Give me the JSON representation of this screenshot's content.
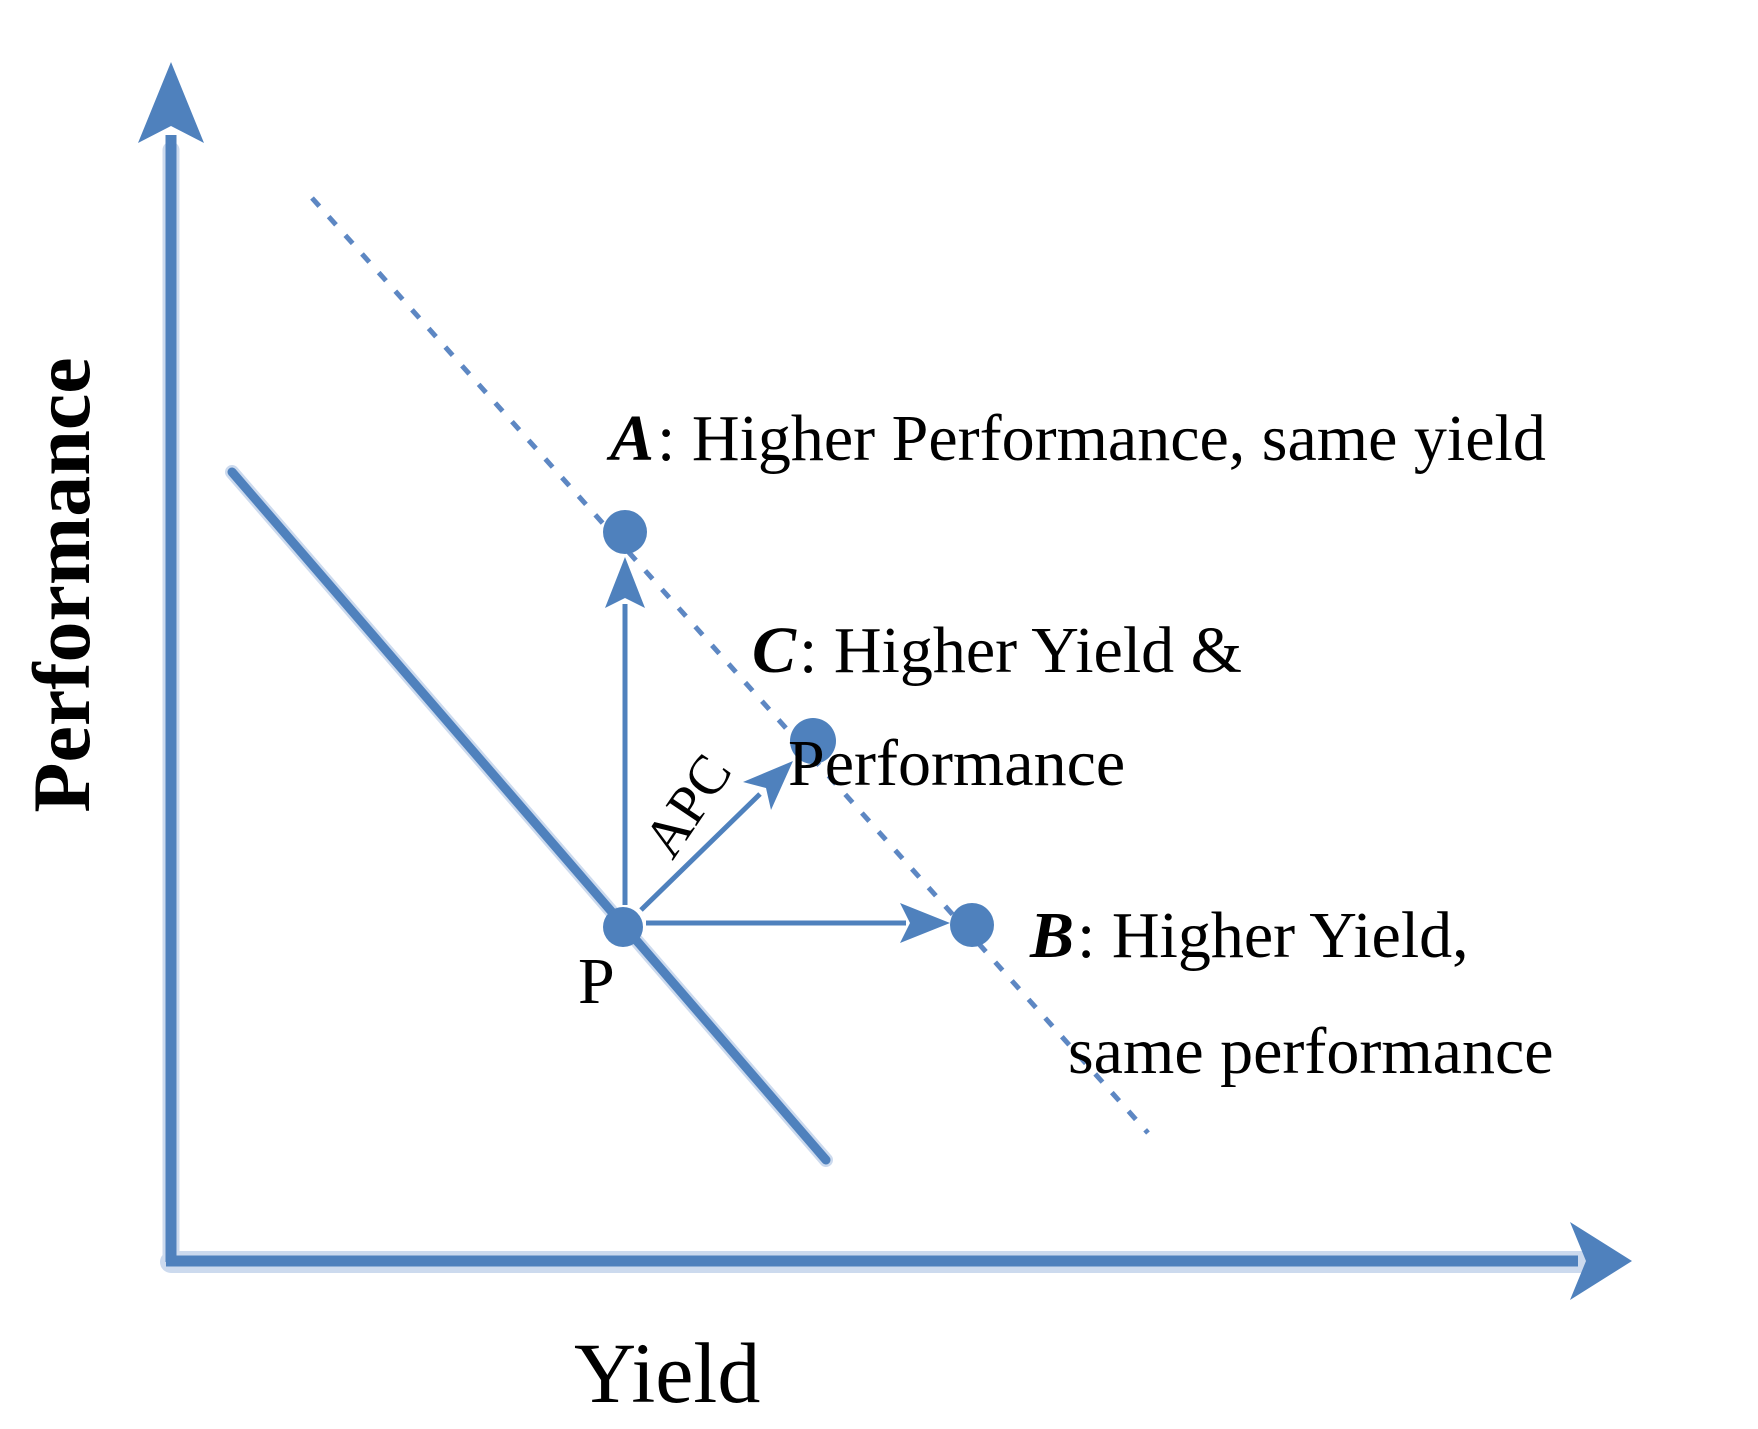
{
  "colors": {
    "accent_blue": "#4f81bd",
    "dash_blue": "#5d87c3",
    "halo_blue": "#ccdaee",
    "text_black": "#000000"
  },
  "axes": {
    "x_label": "Yield",
    "y_label": "Performance"
  },
  "points": {
    "p": {
      "label": "P"
    },
    "a": {
      "letter": "A",
      "text": ": Higher Performance, same yield"
    },
    "c": {
      "letter": "C",
      "line1": ": Higher Yield &",
      "line2": "Performance"
    },
    "b": {
      "letter": "B",
      "line1": ": Higher Yield,",
      "line2": "same performance"
    }
  },
  "apc_label": "APC"
}
